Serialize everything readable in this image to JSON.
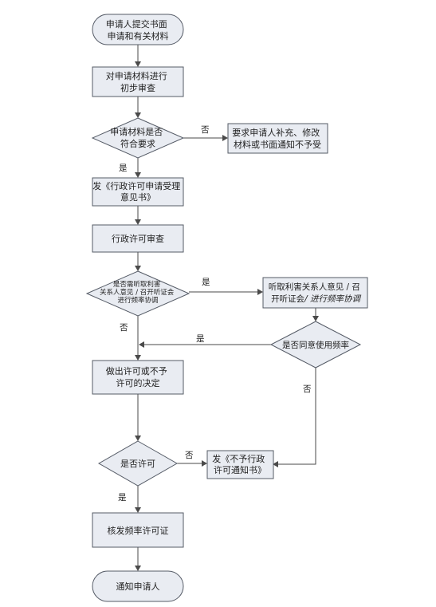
{
  "nodes": {
    "start": [
      "申请人提交书面",
      "申请和有关材料"
    ],
    "initial_review": [
      "对申请材料进行",
      "初步审查"
    ],
    "check_requirements": [
      "申请材料是否",
      "符合要求"
    ],
    "request_supplement": [
      "要求申请人补充、修改",
      "材料或书面通知不予受"
    ],
    "issue_acceptance": [
      "发《行政许可申请受理",
      "意见书》"
    ],
    "license_review": [
      "行政许可审查"
    ],
    "hearing_decision": [
      "是否需听取利害",
      "关系人意见 / 召开听证会",
      "进行频率协调"
    ],
    "hearing_action_line1": "听取利害关系人意见 / 召",
    "hearing_action_line2_a": "开听证会",
    "hearing_action_line2_b": "/ 进行频率协调",
    "agree_frequency": [
      "是否同意使用频率"
    ],
    "make_decision": [
      "做出许可或不予",
      "许可的决定"
    ],
    "is_permitted": [
      "是否许可"
    ],
    "issue_rejection": [
      "发《不予行政",
      "许可通知书》"
    ],
    "issue_license": [
      "核发频率许可证"
    ],
    "notify_applicant": [
      "通知申请人"
    ]
  },
  "edge_labels": {
    "requirements_no": "否",
    "requirements_yes": "是",
    "hearing_yes": "是",
    "hearing_no": "否",
    "agree_yes": "是",
    "agree_no": "否",
    "permit_no": "否",
    "permit_yes": "是"
  },
  "colors": {
    "node_fill": "#e9ecf2",
    "node_stroke": "#555b66",
    "connector": "#4a4a4a"
  }
}
